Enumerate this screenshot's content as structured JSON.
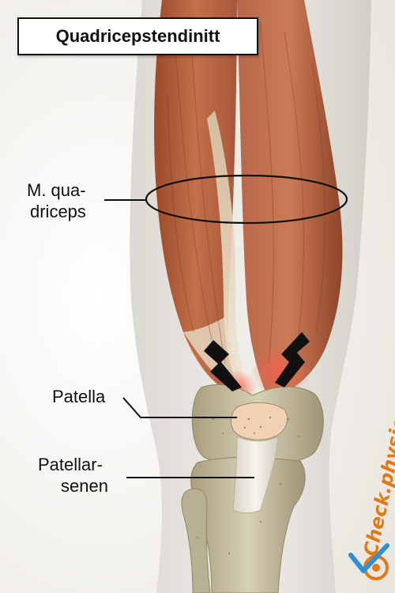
{
  "title": "Quadricepstendinitt",
  "labels": {
    "quadriceps": [
      "M. qua-",
      "driceps"
    ],
    "patella": [
      "Patella"
    ],
    "patellar_tendon": [
      "Patellar-",
      "senen"
    ]
  },
  "brand": "Check.physio",
  "icons": [
    "pain-lightning-icon",
    "check-physio-logo-icon"
  ],
  "colors": {
    "muscle": "#b5603c",
    "bone": "#cfc7a8",
    "tendon": "#ece8dc",
    "skin": "#e4e1dc",
    "brand_orange": "#e07a18",
    "brand_blue": "#2f8fd6"
  }
}
